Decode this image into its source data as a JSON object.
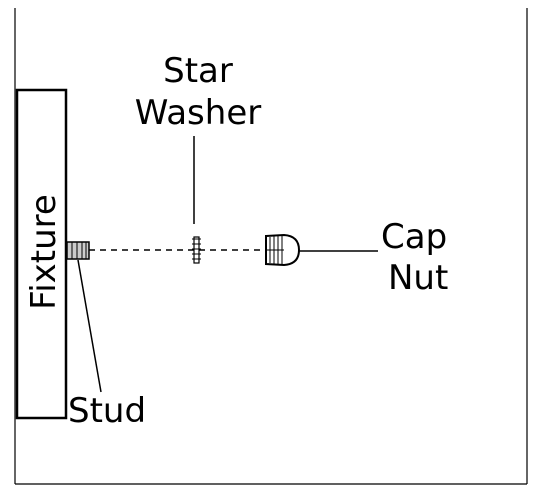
{
  "labels": {
    "fixture": "Fixture",
    "stud": "Stud",
    "star_washer_line1": "Star",
    "star_washer_line2": "Washer",
    "cap_nut_line1": "Cap",
    "cap_nut_line2": "Nut"
  },
  "colors": {
    "stroke": "#000000",
    "background": "#ffffff",
    "stud_fill": "#cccccc"
  }
}
